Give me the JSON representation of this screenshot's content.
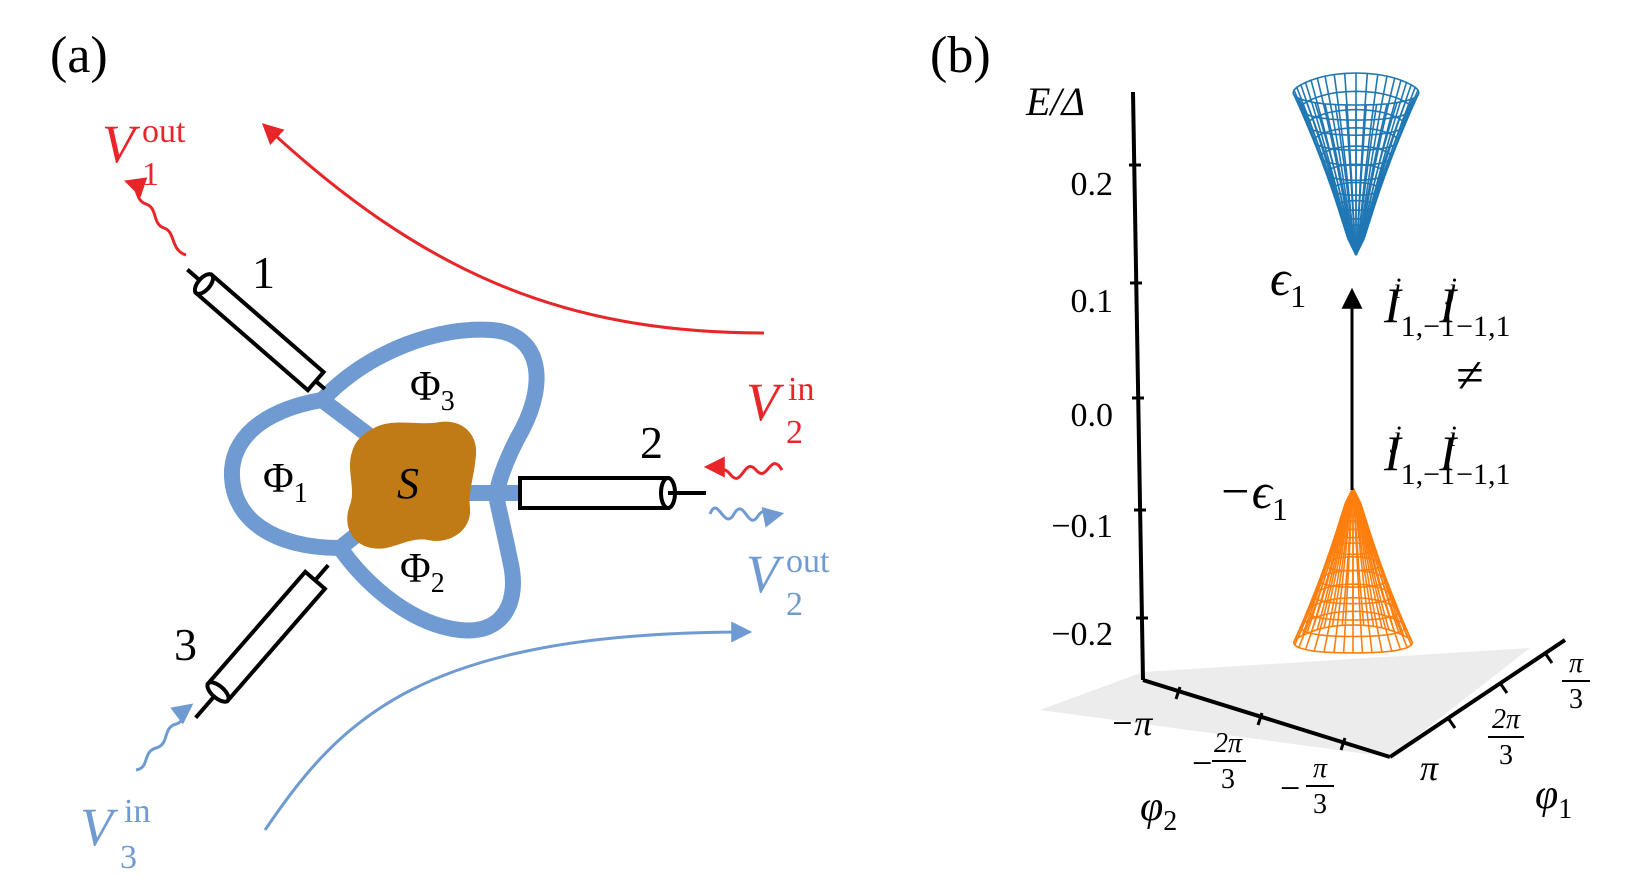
{
  "panel_a": {
    "label": "(a)",
    "lead_labels": [
      "1",
      "2",
      "3"
    ],
    "flux_labels": [
      "Φ",
      "Φ",
      "Φ"
    ],
    "flux_subscripts": [
      "3",
      "1",
      "2"
    ],
    "scatterer_label": "S",
    "signals": {
      "v1_out": {
        "base": "V",
        "sub": "1",
        "sup": "out"
      },
      "v2_in": {
        "base": "V",
        "sub": "2",
        "sup": "in"
      },
      "v2_out": {
        "base": "V",
        "sub": "2",
        "sup": "out"
      },
      "v3_in": {
        "base": "V",
        "sub": "3",
        "sup": "in"
      }
    },
    "colors": {
      "red": "#e8262a",
      "blue": "#6f9bd2",
      "loop": "#6f9bd2",
      "scatterer": "#c07a16",
      "lead": "#000000"
    }
  },
  "panel_b": {
    "label": "(b)",
    "axis_label_E": "E/Δ",
    "z_ticks": [
      "0.2",
      "0.1",
      "0.0",
      "−0.1",
      "−0.2"
    ],
    "phi2_label": "φ",
    "phi2_sub": "2",
    "phi1_label": "φ",
    "phi1_sub": "1",
    "phi2_ticks": [
      {
        "type": "plain",
        "text": "−π"
      },
      {
        "type": "frac",
        "sign": "−",
        "num": "2π",
        "den": "3"
      },
      {
        "type": "frac",
        "sign": "−",
        "num": "π",
        "den": "3"
      }
    ],
    "phi1_ticks": [
      {
        "type": "plain",
        "text": "π"
      },
      {
        "type": "frac",
        "sign": "",
        "num": "2π",
        "den": "3"
      },
      {
        "type": "frac",
        "sign": "",
        "num": "π",
        "den": "3"
      }
    ],
    "energy_labels": {
      "upper": "ϵ",
      "upper_sub": "1",
      "lower": "−ϵ",
      "lower_sub": "1"
    },
    "relation": {
      "line1": [
        "1,−1",
        "−1,1"
      ],
      "neq": "≠",
      "line2": [
        "1,−1",
        "−1,1"
      ]
    },
    "colors": {
      "upper_surface": "#1f77b4",
      "lower_surface": "#ff7f0e",
      "floor": "#ececec"
    }
  }
}
